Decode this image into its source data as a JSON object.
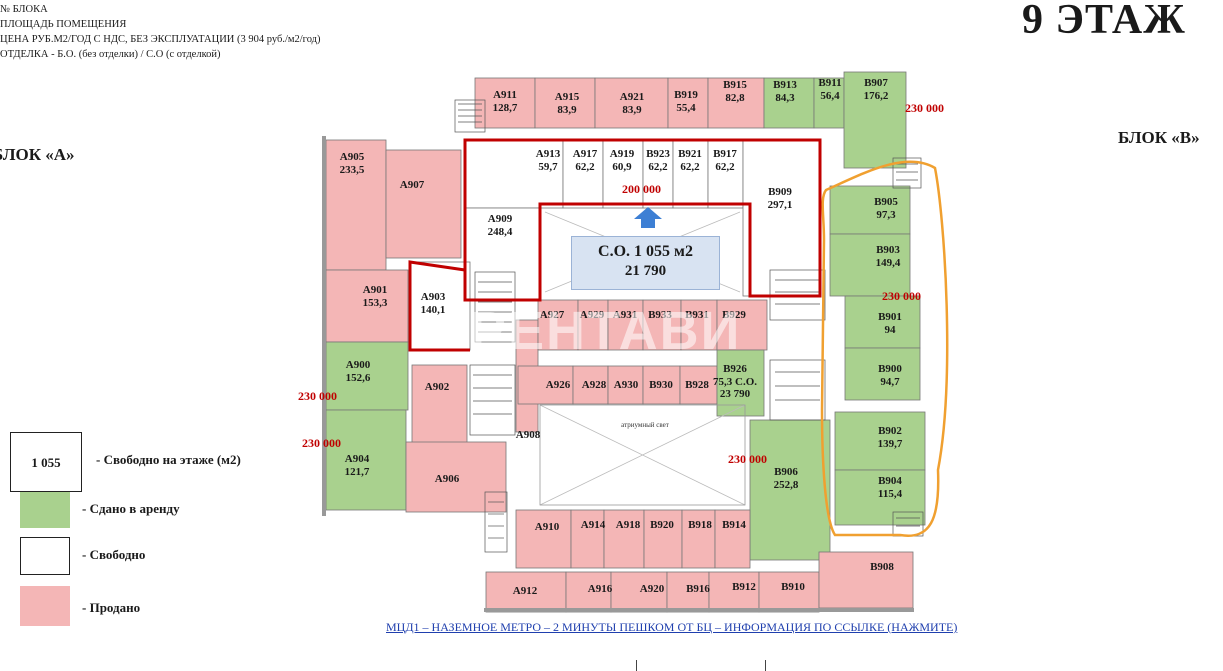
{
  "header": {
    "lines": [
      "№ БЛОКА",
      "ПЛОЩАДЬ ПОМЕЩЕНИЯ",
      "ЦЕНА РУБ.М2/ГОД С НДС, БЕЗ ЭКСПЛУАТАЦИИ (3 904 руб./м2/год)",
      "ОТДЕЛКА - Б.О. (без отделки) / С.О (с отделкой)"
    ],
    "floor_title": "9 ЭТАЖ",
    "block_a": "БЛОК «А»",
    "block_b": "БЛОК «В»"
  },
  "colors": {
    "rented": "#a9d18e",
    "free": "#ffffff",
    "sold": "#f4b6b6",
    "price": "#c00000",
    "outline_red": "#c00000",
    "outline_orange": "#f0a030"
  },
  "center": {
    "line1": "С.О. 1 055 м2",
    "line2": "21 790"
  },
  "prices": [
    "230 000",
    "200 000",
    "230 000",
    "230 000",
    "230 000",
    "230 000"
  ],
  "rooms": [
    {
      "id": "A911",
      "area": "128,7",
      "status": "sold"
    },
    {
      "id": "A915",
      "area": "83,9",
      "status": "sold"
    },
    {
      "id": "A921",
      "area": "83,9",
      "status": "sold"
    },
    {
      "id": "B919",
      "area": "55,4",
      "status": "sold"
    },
    {
      "id": "B915",
      "area": "82,8",
      "status": "sold"
    },
    {
      "id": "B913",
      "area": "84,3",
      "status": "rented"
    },
    {
      "id": "B911",
      "area": "56,4",
      "status": "rented"
    },
    {
      "id": "B907",
      "area": "176,2",
      "status": "rented"
    },
    {
      "id": "A905",
      "area": "233,5",
      "status": "sold"
    },
    {
      "id": "A907",
      "area": "",
      "status": "sold"
    },
    {
      "id": "A913",
      "area": "59,7",
      "status": "free"
    },
    {
      "id": "A917",
      "area": "62,2",
      "status": "free"
    },
    {
      "id": "A919",
      "area": "60,9",
      "status": "free"
    },
    {
      "id": "B923",
      "area": "62,2",
      "status": "free"
    },
    {
      "id": "B921",
      "area": "62,2",
      "status": "free"
    },
    {
      "id": "B917",
      "area": "62,2",
      "status": "free"
    },
    {
      "id": "B909",
      "area": "297,1",
      "status": "free"
    },
    {
      "id": "A909",
      "area": "248,4",
      "status": "free"
    },
    {
      "id": "A901",
      "area": "153,3",
      "status": "sold"
    },
    {
      "id": "A903",
      "area": "140,1",
      "status": "free"
    },
    {
      "id": "A900",
      "area": "152,6",
      "status": "rented"
    },
    {
      "id": "A902",
      "area": "",
      "status": "sold"
    },
    {
      "id": "A904",
      "area": "121,7",
      "status": "rented"
    },
    {
      "id": "A906",
      "area": "",
      "status": "sold"
    },
    {
      "id": "A908",
      "area": "",
      "status": "sold"
    },
    {
      "id": "A927",
      "area": "",
      "status": "sold"
    },
    {
      "id": "A929",
      "area": "",
      "status": "sold"
    },
    {
      "id": "A931",
      "area": "",
      "status": "sold"
    },
    {
      "id": "B933",
      "area": "",
      "status": "sold"
    },
    {
      "id": "B931",
      "area": "",
      "status": "sold"
    },
    {
      "id": "B929",
      "area": "",
      "status": "sold"
    },
    {
      "id": "A926",
      "area": "",
      "status": "sold"
    },
    {
      "id": "A928",
      "area": "",
      "status": "sold"
    },
    {
      "id": "A930",
      "area": "",
      "status": "sold"
    },
    {
      "id": "B930",
      "area": "",
      "status": "sold"
    },
    {
      "id": "B928",
      "area": "",
      "status": "sold"
    },
    {
      "id": "B926",
      "area": "75,3 С.О.",
      "status": "rented",
      "extra": "23 790"
    },
    {
      "id": "B905",
      "area": "97,3",
      "status": "rented"
    },
    {
      "id": "B903",
      "area": "149,4",
      "status": "rented"
    },
    {
      "id": "B901",
      "area": "94",
      "status": "rented"
    },
    {
      "id": "B900",
      "area": "94,7",
      "status": "rented"
    },
    {
      "id": "B902",
      "area": "139,7",
      "status": "rented"
    },
    {
      "id": "B904",
      "area": "115,4",
      "status": "rented"
    },
    {
      "id": "B906",
      "area": "252,8",
      "status": "rented"
    },
    {
      "id": "A910",
      "area": "",
      "status": "sold"
    },
    {
      "id": "A914",
      "area": "",
      "status": "sold"
    },
    {
      "id": "A918",
      "area": "",
      "status": "sold"
    },
    {
      "id": "B920",
      "area": "",
      "status": "sold"
    },
    {
      "id": "B918",
      "area": "",
      "status": "sold"
    },
    {
      "id": "B914",
      "area": "",
      "status": "sold"
    },
    {
      "id": "A912",
      "area": "",
      "status": "sold"
    },
    {
      "id": "A916",
      "area": "",
      "status": "sold"
    },
    {
      "id": "A920",
      "area": "",
      "status": "sold"
    },
    {
      "id": "B916",
      "area": "",
      "status": "sold"
    },
    {
      "id": "B912",
      "area": "",
      "status": "sold"
    },
    {
      "id": "B910",
      "area": "",
      "status": "sold"
    },
    {
      "id": "B908",
      "area": "",
      "status": "sold"
    }
  ],
  "atrium_label": "атриумный свет",
  "legend": {
    "free_value": "1 055",
    "free_on_floor": "- Свободно на этаже (м2)",
    "rented": "- Сдано в аренду",
    "free": "- Свободно",
    "sold": "- Продано"
  },
  "link_text": "МЦД1 – НАЗЕМНОЕ МЕТРО – 2 МИНУТЫ ПЕШКОМ ОТ БЦ – ИНФОРМАЦИЯ ПО ССЫЛКЕ (НАЖМИТЕ)",
  "watermark": "РЕНТАВИ"
}
